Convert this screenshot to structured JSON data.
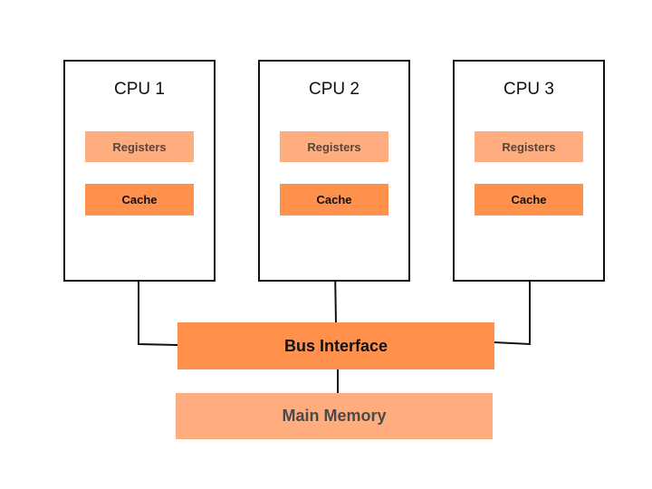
{
  "cpus": [
    {
      "title": "CPU 1",
      "registers": "Registers",
      "cache": "Cache"
    },
    {
      "title": "CPU 2",
      "registers": "Registers",
      "cache": "Cache"
    },
    {
      "title": "CPU 3",
      "registers": "Registers",
      "cache": "Cache"
    }
  ],
  "bus": {
    "label": "Bus Interface"
  },
  "memory": {
    "label": "Main Memory"
  },
  "colors": {
    "registers": "#FFAD7F",
    "cache": "#FF914D",
    "bus": "#FF914D",
    "memory": "#FFAD7F",
    "outline": "#111111"
  }
}
